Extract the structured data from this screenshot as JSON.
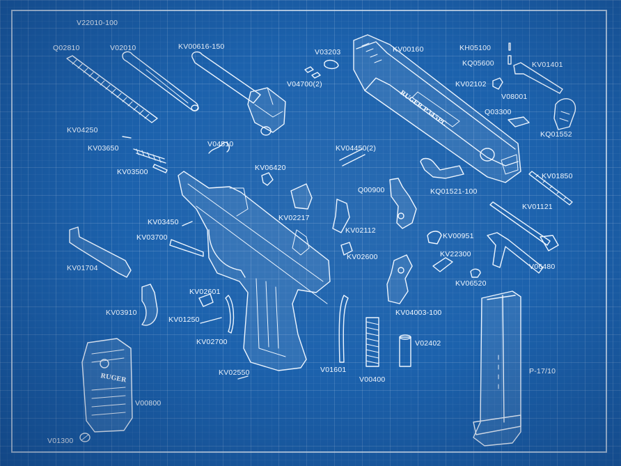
{
  "slide_stamp": "RUGER P345PC",
  "grip_stamp": "RUGER",
  "labels": [
    {
      "id": "V22010-100",
      "text": "V22010-100"
    },
    {
      "id": "Q02810",
      "text": "Q02810"
    },
    {
      "id": "V02010",
      "text": "V02010"
    },
    {
      "id": "KV00616-150",
      "text": "KV00616-150"
    },
    {
      "id": "V03203",
      "text": "V03203"
    },
    {
      "id": "KV00160",
      "text": "KV00160"
    },
    {
      "id": "KH05100",
      "text": "KH05100"
    },
    {
      "id": "KQ05600",
      "text": "KQ05600"
    },
    {
      "id": "KV01401",
      "text": "KV01401"
    },
    {
      "id": "V04700",
      "text": "V04700(2)"
    },
    {
      "id": "KV02102",
      "text": "KV02102"
    },
    {
      "id": "V08001",
      "text": "V08001"
    },
    {
      "id": "Q03300",
      "text": "Q03300"
    },
    {
      "id": "KQ01552",
      "text": "KQ01552"
    },
    {
      "id": "KV04250",
      "text": "KV04250"
    },
    {
      "id": "KV03650",
      "text": "KV03650"
    },
    {
      "id": "V04510",
      "text": "V04510"
    },
    {
      "id": "KV04450",
      "text": "KV04450(2)"
    },
    {
      "id": "KV03500",
      "text": "KV03500"
    },
    {
      "id": "KV06420",
      "text": "KV06420"
    },
    {
      "id": "KV01850",
      "text": "KV01850"
    },
    {
      "id": "Q00900",
      "text": "Q00900"
    },
    {
      "id": "KQ01521-100",
      "text": "KQ01521-100"
    },
    {
      "id": "KV01121",
      "text": "KV01121"
    },
    {
      "id": "KV03450",
      "text": "KV03450"
    },
    {
      "id": "KV02217",
      "text": "KV02217"
    },
    {
      "id": "KV02112",
      "text": "KV02112"
    },
    {
      "id": "KV00951",
      "text": "KV00951"
    },
    {
      "id": "KV03700",
      "text": "KV03700"
    },
    {
      "id": "KV22300",
      "text": "KV22300"
    },
    {
      "id": "KV02600",
      "text": "KV02600"
    },
    {
      "id": "V06480",
      "text": "V06480"
    },
    {
      "id": "KV01704",
      "text": "KV01704"
    },
    {
      "id": "KV06520",
      "text": "KV06520"
    },
    {
      "id": "KV02601",
      "text": "KV02601"
    },
    {
      "id": "KV03910",
      "text": "KV03910"
    },
    {
      "id": "KV04003-100",
      "text": "KV04003-100"
    },
    {
      "id": "KV01250",
      "text": "KV01250"
    },
    {
      "id": "KV02700",
      "text": "KV02700"
    },
    {
      "id": "V02402",
      "text": "V02402"
    },
    {
      "id": "V01601",
      "text": "V01601"
    },
    {
      "id": "P-17/10",
      "text": "P-17/10"
    },
    {
      "id": "KV02550",
      "text": "KV02550"
    },
    {
      "id": "V00400",
      "text": "V00400"
    },
    {
      "id": "V00800",
      "text": "V00800"
    },
    {
      "id": "V01300",
      "text": "V01300"
    }
  ]
}
